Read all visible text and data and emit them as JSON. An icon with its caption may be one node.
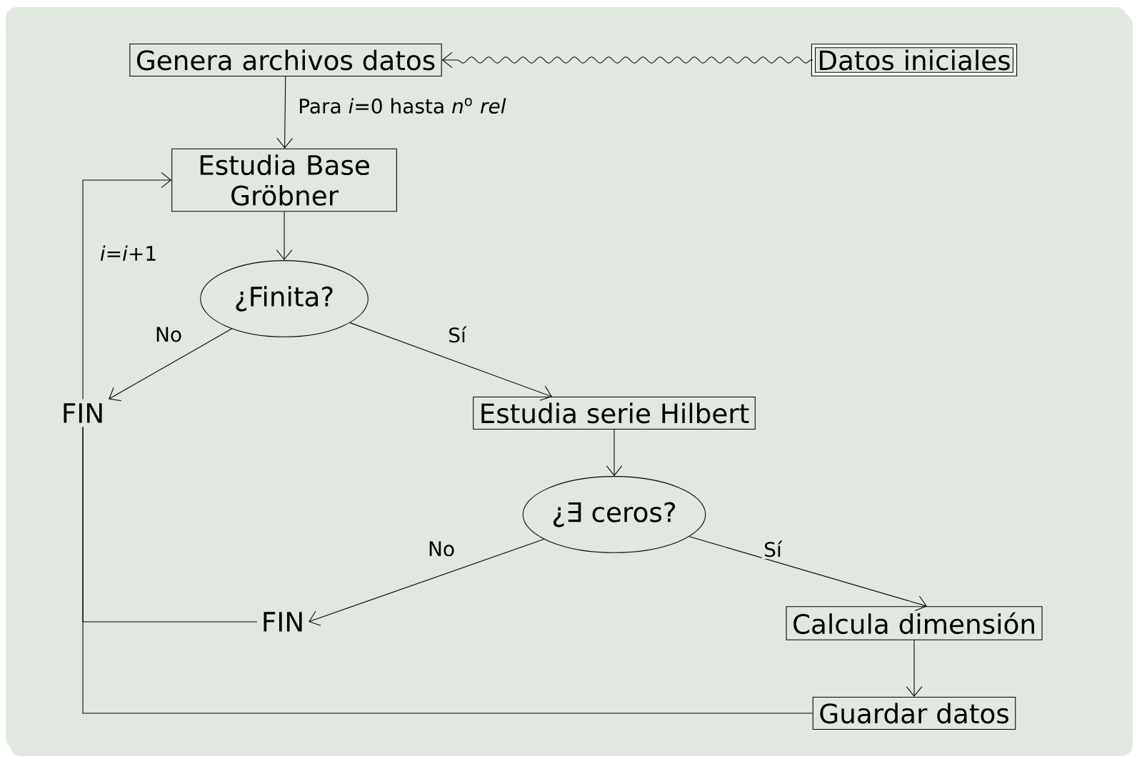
{
  "diagram": {
    "nodes": [
      {
        "text": [
          "Genera archivos datos"
        ]
      },
      {
        "text": [
          "Datos iniciales"
        ]
      },
      {
        "text": [
          "Estudia Base Gröbner"
        ]
      },
      {
        "text": [
          "¿Finita?"
        ]
      },
      {
        "text": [
          "FIN"
        ]
      },
      {
        "text": [
          "Estudia serie Hilbert"
        ]
      },
      {
        "text": [
          "¿∃ ceros?"
        ]
      },
      {
        "text": [
          "FIN"
        ]
      },
      {
        "text": [
          "Calcula dimensión"
        ]
      },
      {
        "text": [
          "Guardar datos"
        ]
      }
    ],
    "edges": [
      {
        "from": 1,
        "to": 0,
        "arrow": "to"
      },
      {
        "from": 0,
        "to": 2,
        "arrow": "to",
        "label": "Para *i*=0 hasta *n*$^{o}$ *rel*"
      },
      {
        "from": 2,
        "to": 3,
        "arrow": "to"
      },
      {
        "from": 3,
        "to": 4,
        "arrow": "to",
        "label": "No"
      },
      {
        "from": 3,
        "to": 5,
        "arrow": "to",
        "label": "Sí"
      },
      {
        "from": 5,
        "to": 6,
        "arrow": "to"
      },
      {
        "from": 6,
        "to": 7,
        "arrow": "to",
        "label": "No"
      },
      {
        "from": 6,
        "to": 8,
        "arrow": "to",
        "label": "Sí"
      },
      {
        "from": 8,
        "to": 9,
        "arrow": "to"
      },
      {
        "from": 4,
        "to": 2,
        "arrow": "to",
        "label": "*i*=*i*+1"
      },
      {
        "from": 7,
        "to": 4,
        "arrow": "none"
      },
      {
        "from": 9,
        "to": 4,
        "arrow": "none"
      }
    ]
  }
}
